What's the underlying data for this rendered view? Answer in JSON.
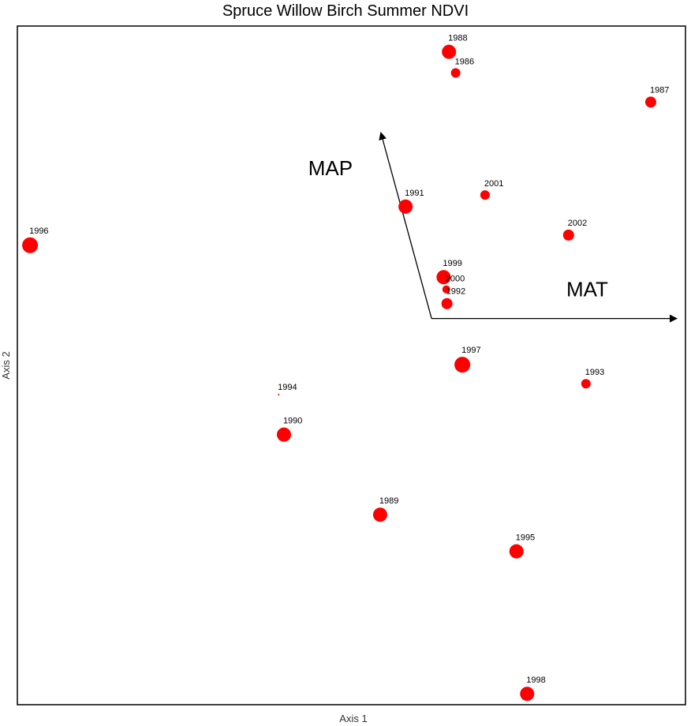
{
  "chart_data": {
    "type": "scatter",
    "title": "Spruce Willow Birch Summer NDVI",
    "xlabel": "Axis 1",
    "ylabel": "Axis 2",
    "xlim": [
      0,
      100
    ],
    "ylim": [
      0,
      100
    ],
    "grid": false,
    "point_color": "#ff0000",
    "points": [
      {
        "label": "1988",
        "x": 64.6,
        "y": 96.2,
        "size": 9
      },
      {
        "label": "1986",
        "x": 65.6,
        "y": 93.1,
        "size": 6
      },
      {
        "label": "1987",
        "x": 94.8,
        "y": 88.8,
        "size": 7
      },
      {
        "label": "2001",
        "x": 70.0,
        "y": 75.1,
        "size": 6
      },
      {
        "label": "1991",
        "x": 58.1,
        "y": 73.4,
        "size": 9
      },
      {
        "label": "2002",
        "x": 82.5,
        "y": 69.2,
        "size": 7
      },
      {
        "label": "1996",
        "x": 1.9,
        "y": 67.7,
        "size": 10
      },
      {
        "label": "1999",
        "x": 63.8,
        "y": 63.0,
        "size": 9
      },
      {
        "label": "2000",
        "x": 64.2,
        "y": 61.2,
        "size": 5
      },
      {
        "label": "1992",
        "x": 64.3,
        "y": 59.1,
        "size": 7
      },
      {
        "label": "1997",
        "x": 66.6,
        "y": 50.1,
        "size": 10
      },
      {
        "label": "1993",
        "x": 85.1,
        "y": 47.3,
        "size": 6
      },
      {
        "label": "1994",
        "x": 39.1,
        "y": 45.7,
        "size": 1
      },
      {
        "label": "1990",
        "x": 39.9,
        "y": 39.8,
        "size": 9
      },
      {
        "label": "1989",
        "x": 54.3,
        "y": 28.0,
        "size": 9
      },
      {
        "label": "1995",
        "x": 74.7,
        "y": 22.6,
        "size": 9
      },
      {
        "label": "1998",
        "x": 76.3,
        "y": 1.6,
        "size": 9
      }
    ],
    "vectors": [
      {
        "label": "MAP",
        "from": [
          62.0,
          56.9
        ],
        "to": [
          54.4,
          84.3
        ]
      },
      {
        "label": "MAT",
        "from": [
          62.0,
          56.9
        ],
        "to": [
          98.7,
          56.9
        ]
      }
    ]
  }
}
